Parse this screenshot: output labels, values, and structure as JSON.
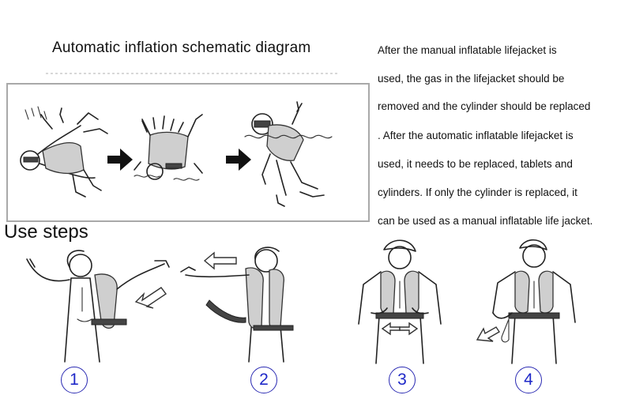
{
  "diagram": {
    "title": "Automatic inflation schematic diagram"
  },
  "note": {
    "lines": [
      "After the manual inflatable lifejacket is",
      "used, the gas in the lifejacket should be",
      "removed and the cylinder should be replaced",
      ". After the automatic inflatable lifejacket is",
      "used, it needs to be replaced, tablets and",
      "cylinders. If only the cylinder is replaced, it",
      "can be used as a manual inflatable life jacket."
    ]
  },
  "steps": {
    "heading": "Use steps",
    "numbers": [
      "1",
      "2",
      "3",
      "4"
    ]
  },
  "colors": {
    "step_number": "#1e28c8",
    "box_border": "#a9a9a9"
  }
}
